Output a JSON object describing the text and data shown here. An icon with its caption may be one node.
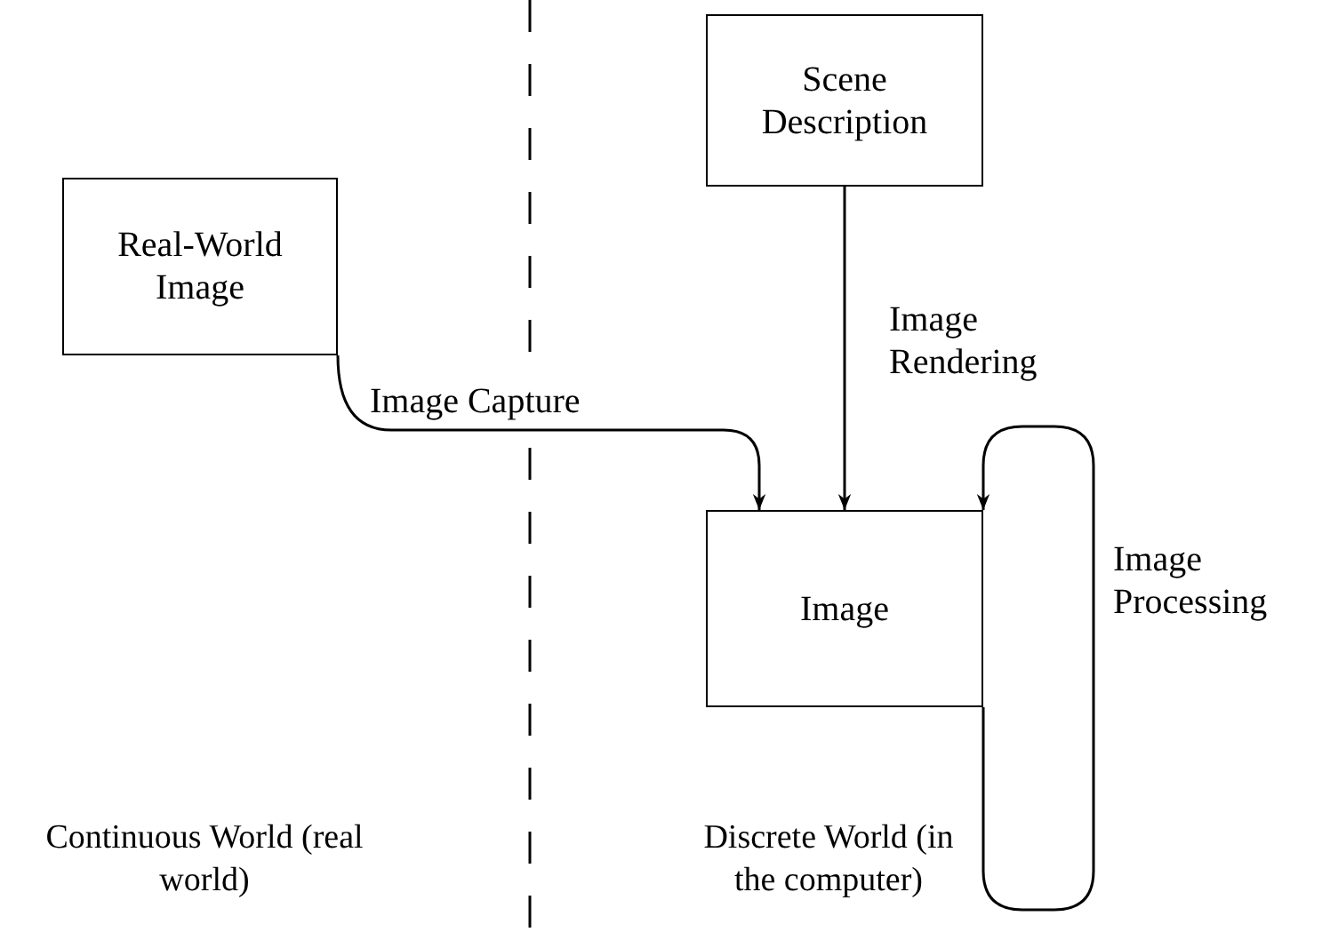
{
  "diagram": {
    "nodes": [
      {
        "text": [
          "Real-World Image"
        ]
      },
      {
        "text": [
          "Scene Description"
        ]
      },
      {
        "text": [
          "Image"
        ]
      }
    ],
    "edges": [
      {
        "from": 0,
        "to": 2,
        "arrow": "to",
        "label": "Image Capture"
      },
      {
        "from": 1,
        "to": 2,
        "arrow": "to",
        "label": "Image Rendering"
      },
      {
        "from": 2,
        "to": 2,
        "arrow": "to",
        "label": "Image Processing"
      }
    ],
    "labels": [
      "Continuous World (real world)",
      "Discrete World (in the computer)"
    ]
  }
}
